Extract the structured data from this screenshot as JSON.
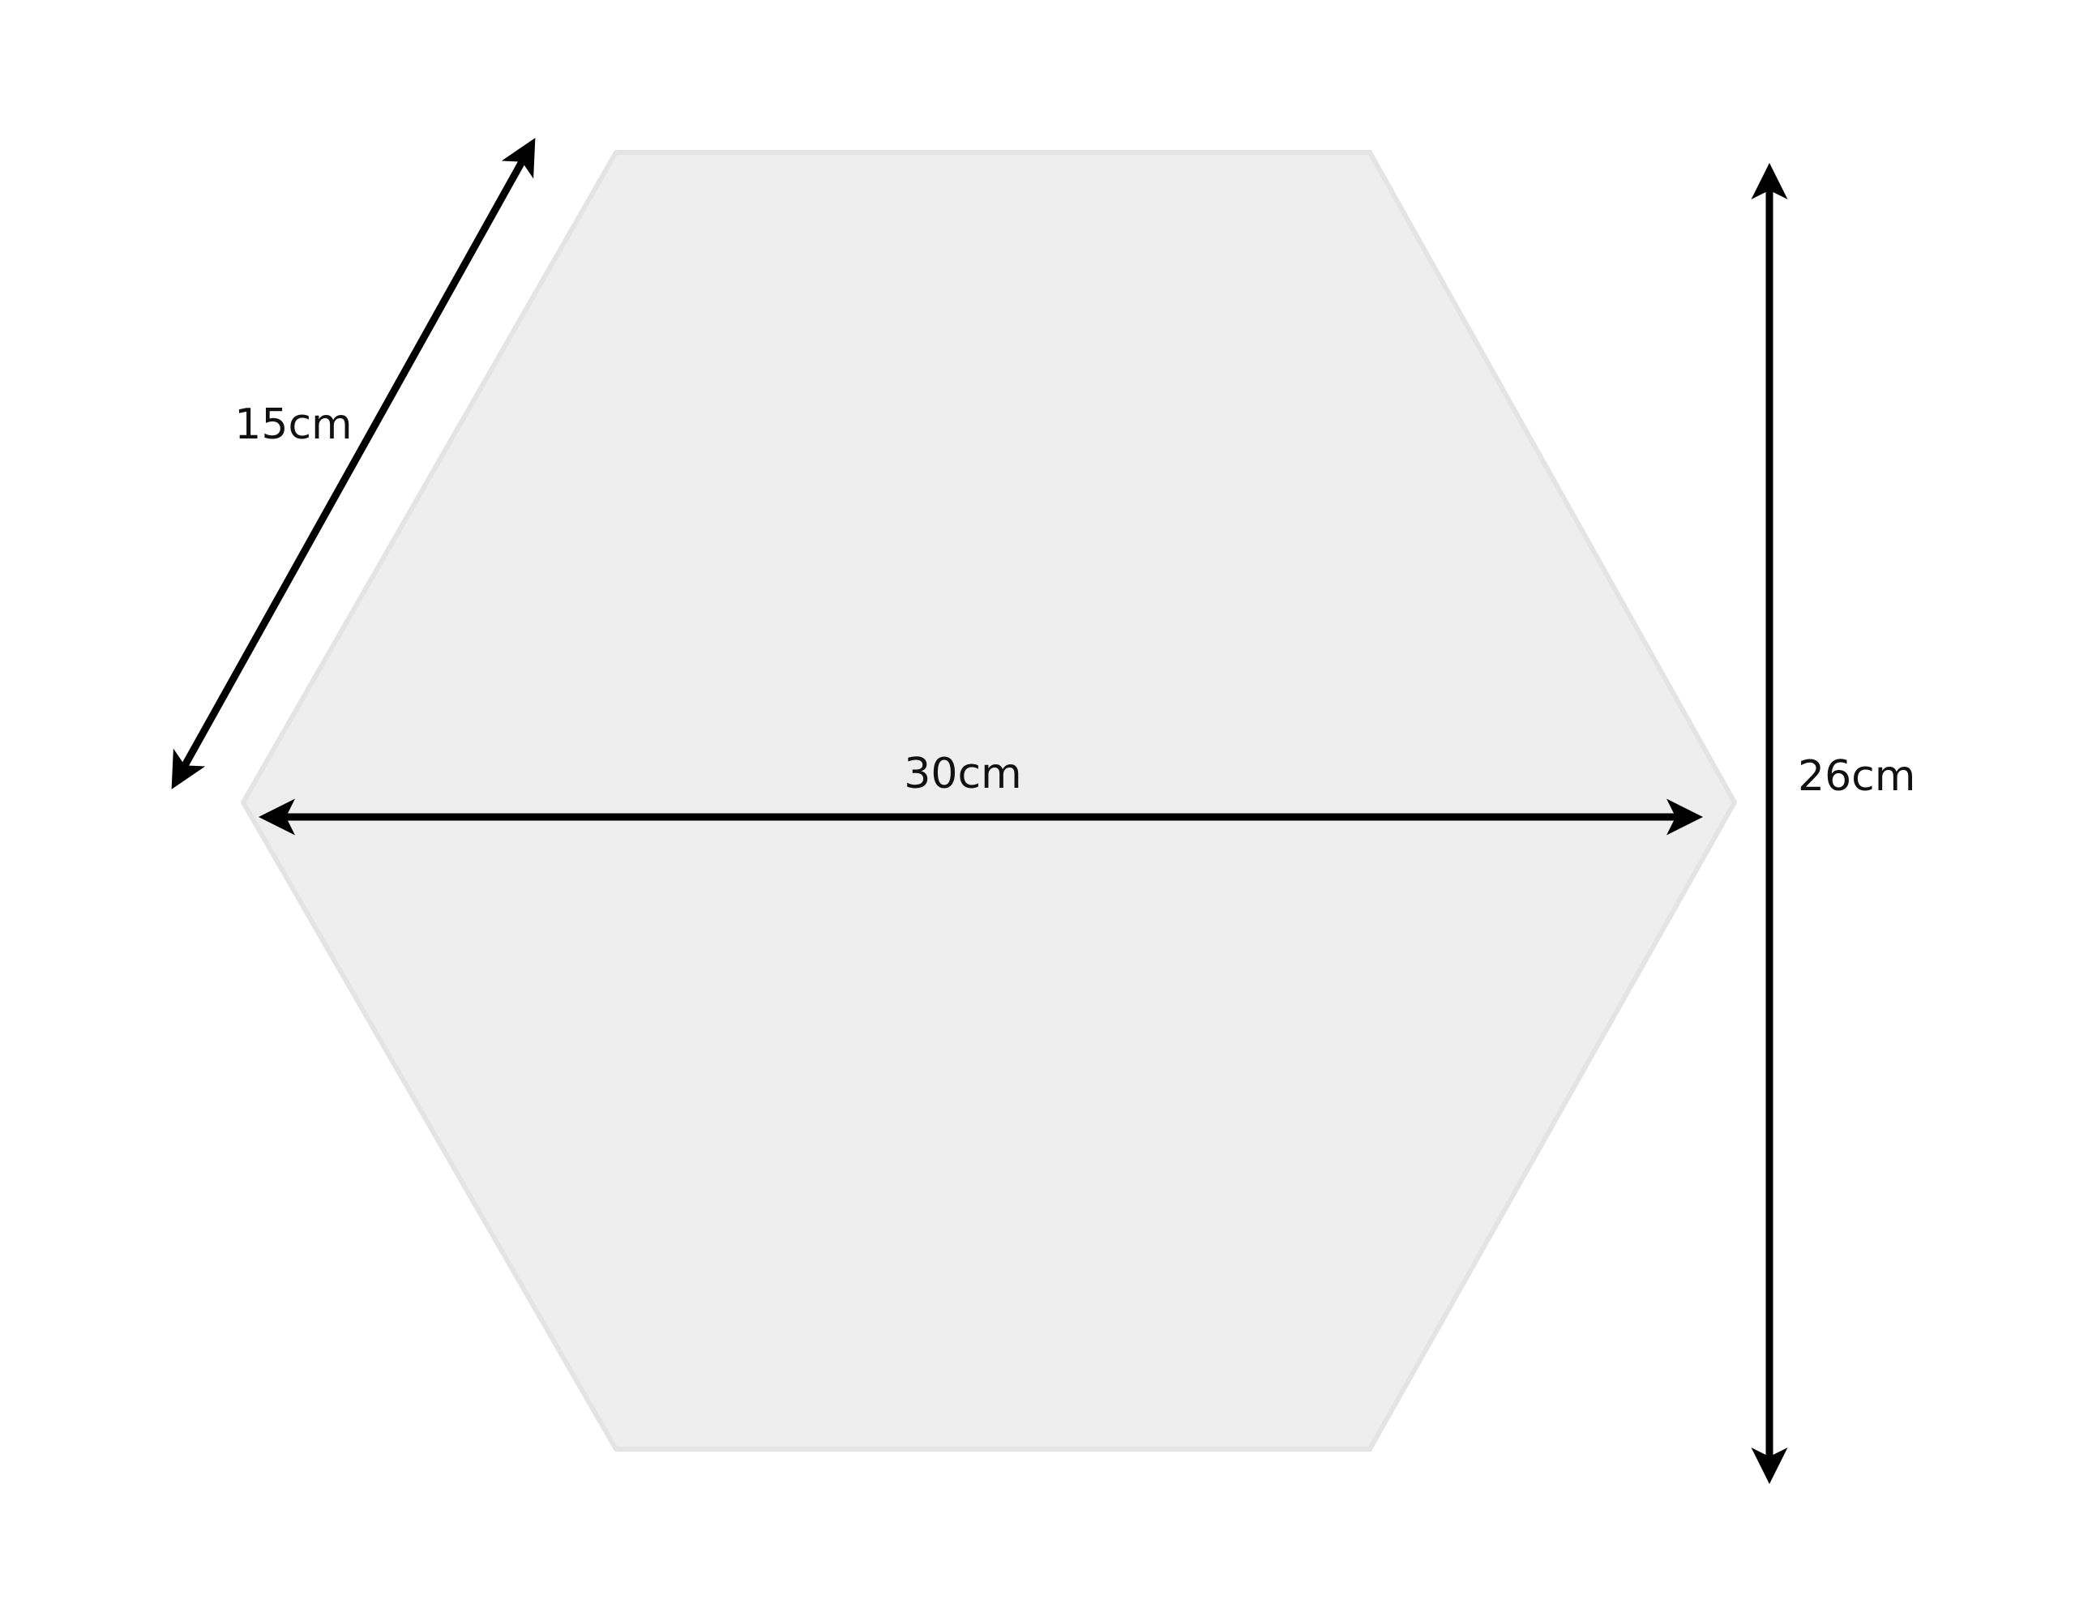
{
  "diagram": {
    "shape": "hexagon",
    "shape_color": "#eeeeee",
    "shape_edge_color": "#e4e4e4",
    "arrow_color": "#000000",
    "dimensions": {
      "side": {
        "label": "15cm"
      },
      "width": {
        "label": "30cm"
      },
      "height": {
        "label": "26cm"
      }
    }
  }
}
